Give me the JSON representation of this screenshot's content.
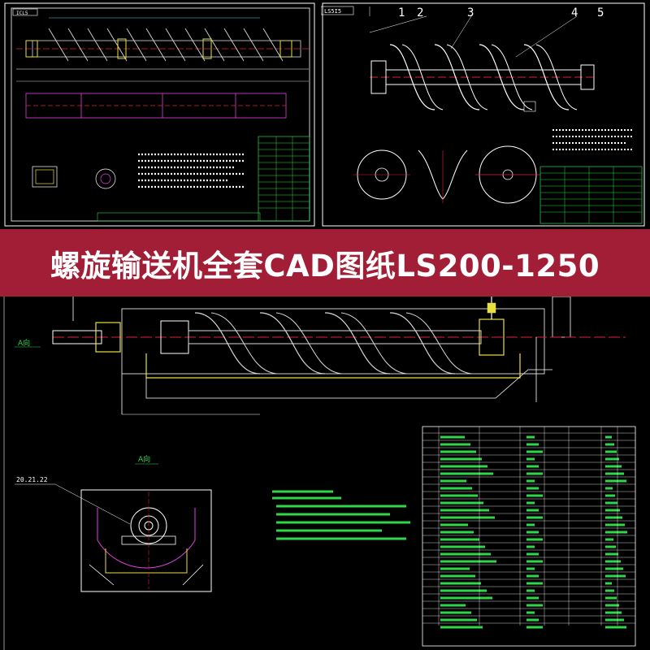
{
  "banner": {
    "title": "螺旋输送机全套CAD图纸LS200-1250",
    "background_color": "#a21e36",
    "text_color": "#ffffff"
  },
  "drawings": {
    "top_left": {
      "corner_label": "ICL5"
    },
    "top_right": {
      "corner_label": "LS5I5",
      "column_numbers": [
        "1",
        "2",
        "3",
        "4",
        "5"
      ]
    },
    "bottom": {
      "view_label_side": "A向",
      "view_label_section": "A向",
      "part_reference": "20.21.22"
    }
  },
  "colors": {
    "background": "#000000",
    "frame": "#ffffff",
    "screw": "#d8d8d8",
    "centerline": "#e0203a",
    "text_green": "#2fd64a",
    "highlight_magenta": "#e040e0",
    "trough_yellow": "#e8e040",
    "annotation_cyan": "#40d0e0"
  }
}
